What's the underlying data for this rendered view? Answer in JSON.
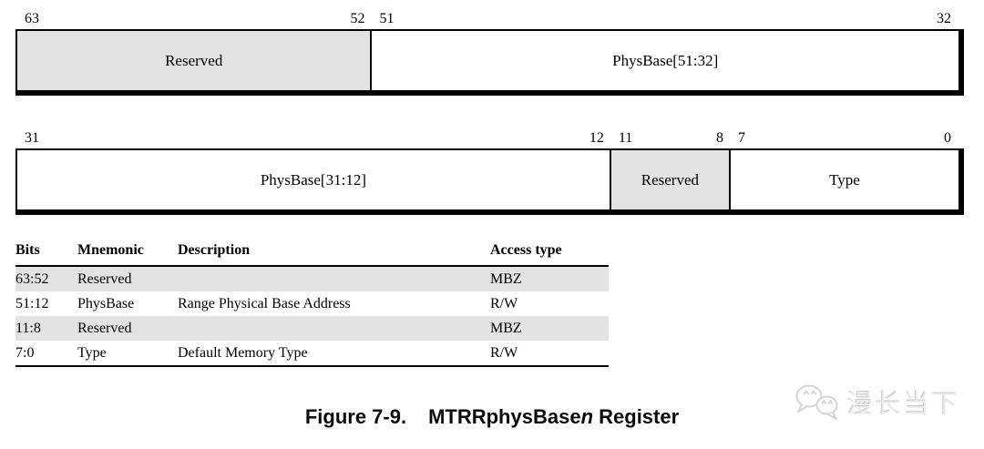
{
  "registers": [
    {
      "fields": [
        {
          "bit_high": "63",
          "bit_low": "52",
          "label": "Reserved",
          "shaded": true,
          "width": 37.7
        },
        {
          "bit_high": "51",
          "bit_low": "32",
          "label": "PhysBase[51:32]",
          "shaded": false,
          "width": 62.3
        }
      ]
    },
    {
      "fields": [
        {
          "bit_high": "31",
          "bit_low": "12",
          "label": "PhysBase[31:12]",
          "shaded": false,
          "width": 63.1
        },
        {
          "bit_high": "11",
          "bit_low": "8",
          "label": "Reserved",
          "shaded": true,
          "width": 12.7
        },
        {
          "bit_high": "7",
          "bit_low": "0",
          "label": "Type",
          "shaded": false,
          "width": 24.2
        }
      ]
    }
  ],
  "table": {
    "headers": [
      "Bits",
      "Mnemonic",
      "Description",
      "Access type"
    ],
    "rows": [
      {
        "bits": "63:52",
        "mnemonic": "Reserved",
        "description": "",
        "access": "MBZ",
        "shaded": true
      },
      {
        "bits": "51:12",
        "mnemonic": "PhysBase",
        "description": "Range Physical Base Address",
        "access": "R/W",
        "shaded": false
      },
      {
        "bits": "11:8",
        "mnemonic": "Reserved",
        "description": "",
        "access": "MBZ",
        "shaded": true
      },
      {
        "bits": "7:0",
        "mnemonic": "Type",
        "description": "Default Memory Type",
        "access": "R/W",
        "shaded": false
      }
    ]
  },
  "caption": {
    "prefix": "Figure 7-9.",
    "title_main": "MTRRphysBase",
    "title_italic": "n",
    "title_suffix": " Register"
  },
  "watermark": {
    "text": "漫长当下",
    "icon": "wechat-bubbles-icon"
  },
  "colors": {
    "shaded_fill": "#e3e3e3",
    "border": "#000000",
    "watermark_gray": "#d4d4d4"
  }
}
